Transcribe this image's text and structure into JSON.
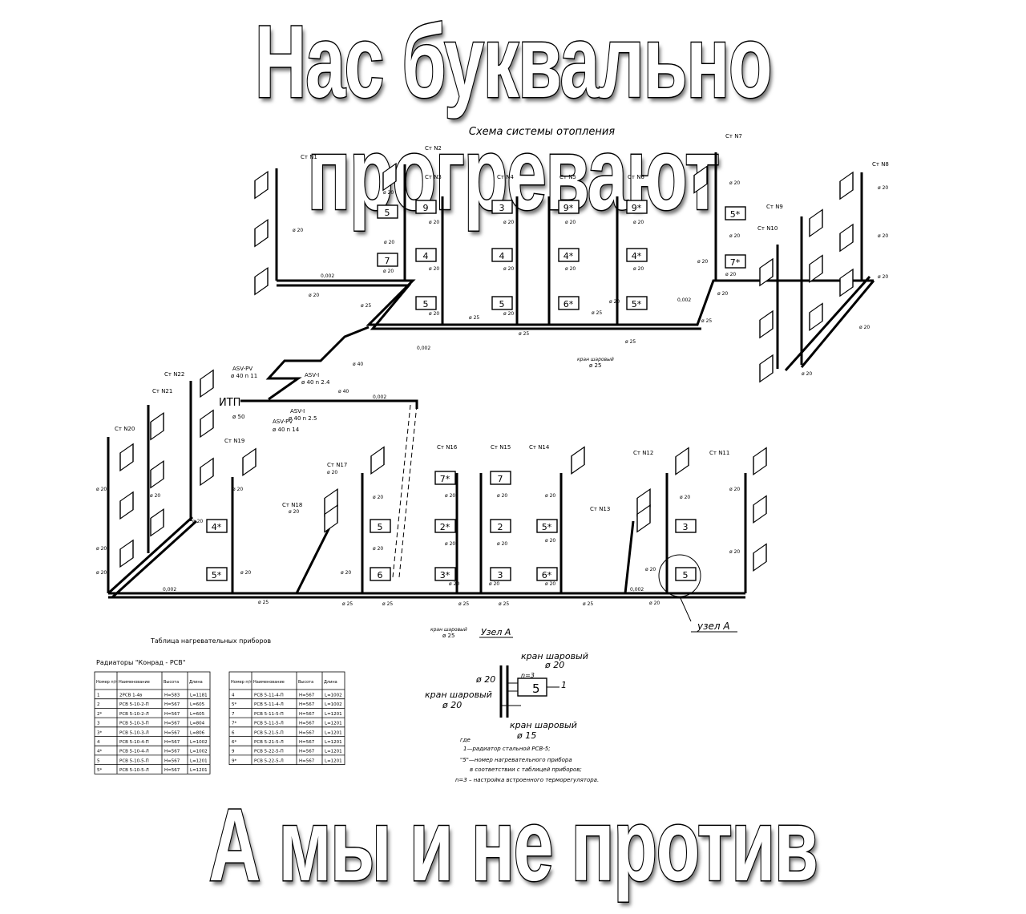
{
  "meme": {
    "top": "Нас буквально прогревают",
    "bottom": "А мы и не против"
  },
  "diagram": {
    "title": "Схема системы отопления",
    "itp_label": "ИТП",
    "node_a_label": "Узел А",
    "node_a_callout": "узел А",
    "risers": [
      {
        "name": "Ст N1"
      },
      {
        "name": "Ст N2"
      },
      {
        "name": "Ст N3"
      },
      {
        "name": "Ст N4"
      },
      {
        "name": "Ст N5"
      },
      {
        "name": "Ст N6"
      },
      {
        "name": "Ст N7"
      },
      {
        "name": "Ст N8"
      },
      {
        "name": "Ст N9"
      },
      {
        "name": "Ст N10"
      },
      {
        "name": "Ст N11"
      },
      {
        "name": "Ст N12"
      },
      {
        "name": "Ст N13"
      },
      {
        "name": "Ст N14"
      },
      {
        "name": "Ст N15"
      },
      {
        "name": "Ст N16"
      },
      {
        "name": "Ст N17"
      },
      {
        "name": "Ст N18"
      },
      {
        "name": "Ст N19"
      },
      {
        "name": "Ст N20"
      },
      {
        "name": "Ст N21"
      },
      {
        "name": "Ст N22"
      }
    ],
    "valve_labels": {
      "asv_pv": "ASV-PV",
      "asv_pv_dim": "ø 40 n 11",
      "asv_i": "ASV-I",
      "asv_i_dim": "ø 40 n 2.4",
      "asv_i2": "ASV-I",
      "asv_i2_dim": "ø 40 n 2.5",
      "asv_pv2": "ASV-PV",
      "asv_pv2_dim": "ø 40 n 14",
      "ball_valve": "кран шаровый",
      "ball_valve_dim": "ø 25"
    },
    "pipe_labels": {
      "d20": "ø 20",
      "d25": "ø 25",
      "d40": "ø 40",
      "d50": "ø 50",
      "slope": "0,002"
    }
  },
  "table": {
    "caption": "Таблица нагревательных приборов",
    "subcaption": "Радиаторы \"Конрад - РСВ\"",
    "headers": [
      "Номер п/п",
      "Наименование",
      "Высота",
      "Длина"
    ],
    "left_rows": [
      [
        "1",
        "2РСВ 1-4в",
        "H=583",
        "L=1181"
      ],
      [
        "2",
        "РСВ 5-10-2-П",
        "H=567",
        "L=605"
      ],
      [
        "2*",
        "РСВ 5-10-2-Л",
        "H=567",
        "L=605"
      ],
      [
        "3",
        "РСВ 5-10-3-П",
        "H=567",
        "L=804"
      ],
      [
        "3*",
        "РСВ 5-10-3-Л",
        "H=567",
        "L=806"
      ],
      [
        "4",
        "РСВ 5-10-4-П",
        "H=567",
        "L=1002"
      ],
      [
        "4*",
        "РСВ 5-10-4-Л",
        "H=567",
        "L=1002"
      ],
      [
        "5",
        "РСВ 5-10-5-П",
        "H=567",
        "L=1201"
      ],
      [
        "5*",
        "РСВ 5-10-5-Л",
        "H=567",
        "L=1201"
      ]
    ],
    "right_rows": [
      [
        "4",
        "РСВ 5-11-4-П",
        "H=567",
        "L=1002"
      ],
      [
        "5*",
        "РСВ 5-11-4-Л",
        "H=567",
        "L=1002"
      ],
      [
        "7",
        "РСВ 5-11-5-П",
        "H=567",
        "L=1201"
      ],
      [
        "7*",
        "РСВ 5-11-5-Л",
        "H=567",
        "L=1201"
      ],
      [
        "6",
        "РСВ 5-21-5-П",
        "H=567",
        "L=1201"
      ],
      [
        "6*",
        "РСВ 5-21-5-Л",
        "H=567",
        "L=1201"
      ],
      [
        "9",
        "РСВ 5-22-5-П",
        "H=567",
        "L=1201"
      ],
      [
        "9*",
        "РСВ 5-22-5-Л",
        "H=567",
        "L=1201"
      ]
    ]
  },
  "node_detail": {
    "ball_valve_top": "кран шаровый",
    "ball_valve_top_dim": "ø 20",
    "left_dim": "ø 20",
    "ball_valve_left": "кран шаровый",
    "ball_valve_left_dim": "ø 20",
    "setting": "n=3",
    "device_number": "5",
    "callout": "1",
    "ball_valve_bottom": "кран шаровый",
    "ball_valve_bottom_dim": "ø 15",
    "legend": [
      "где",
      "1—радиатор стальной РСВ-5;",
      "\"5\"—номер нагревательного прибора",
      "в соответствии с таблицей приборов;",
      "n=3 – настройка встроенного терморегулятора."
    ]
  }
}
